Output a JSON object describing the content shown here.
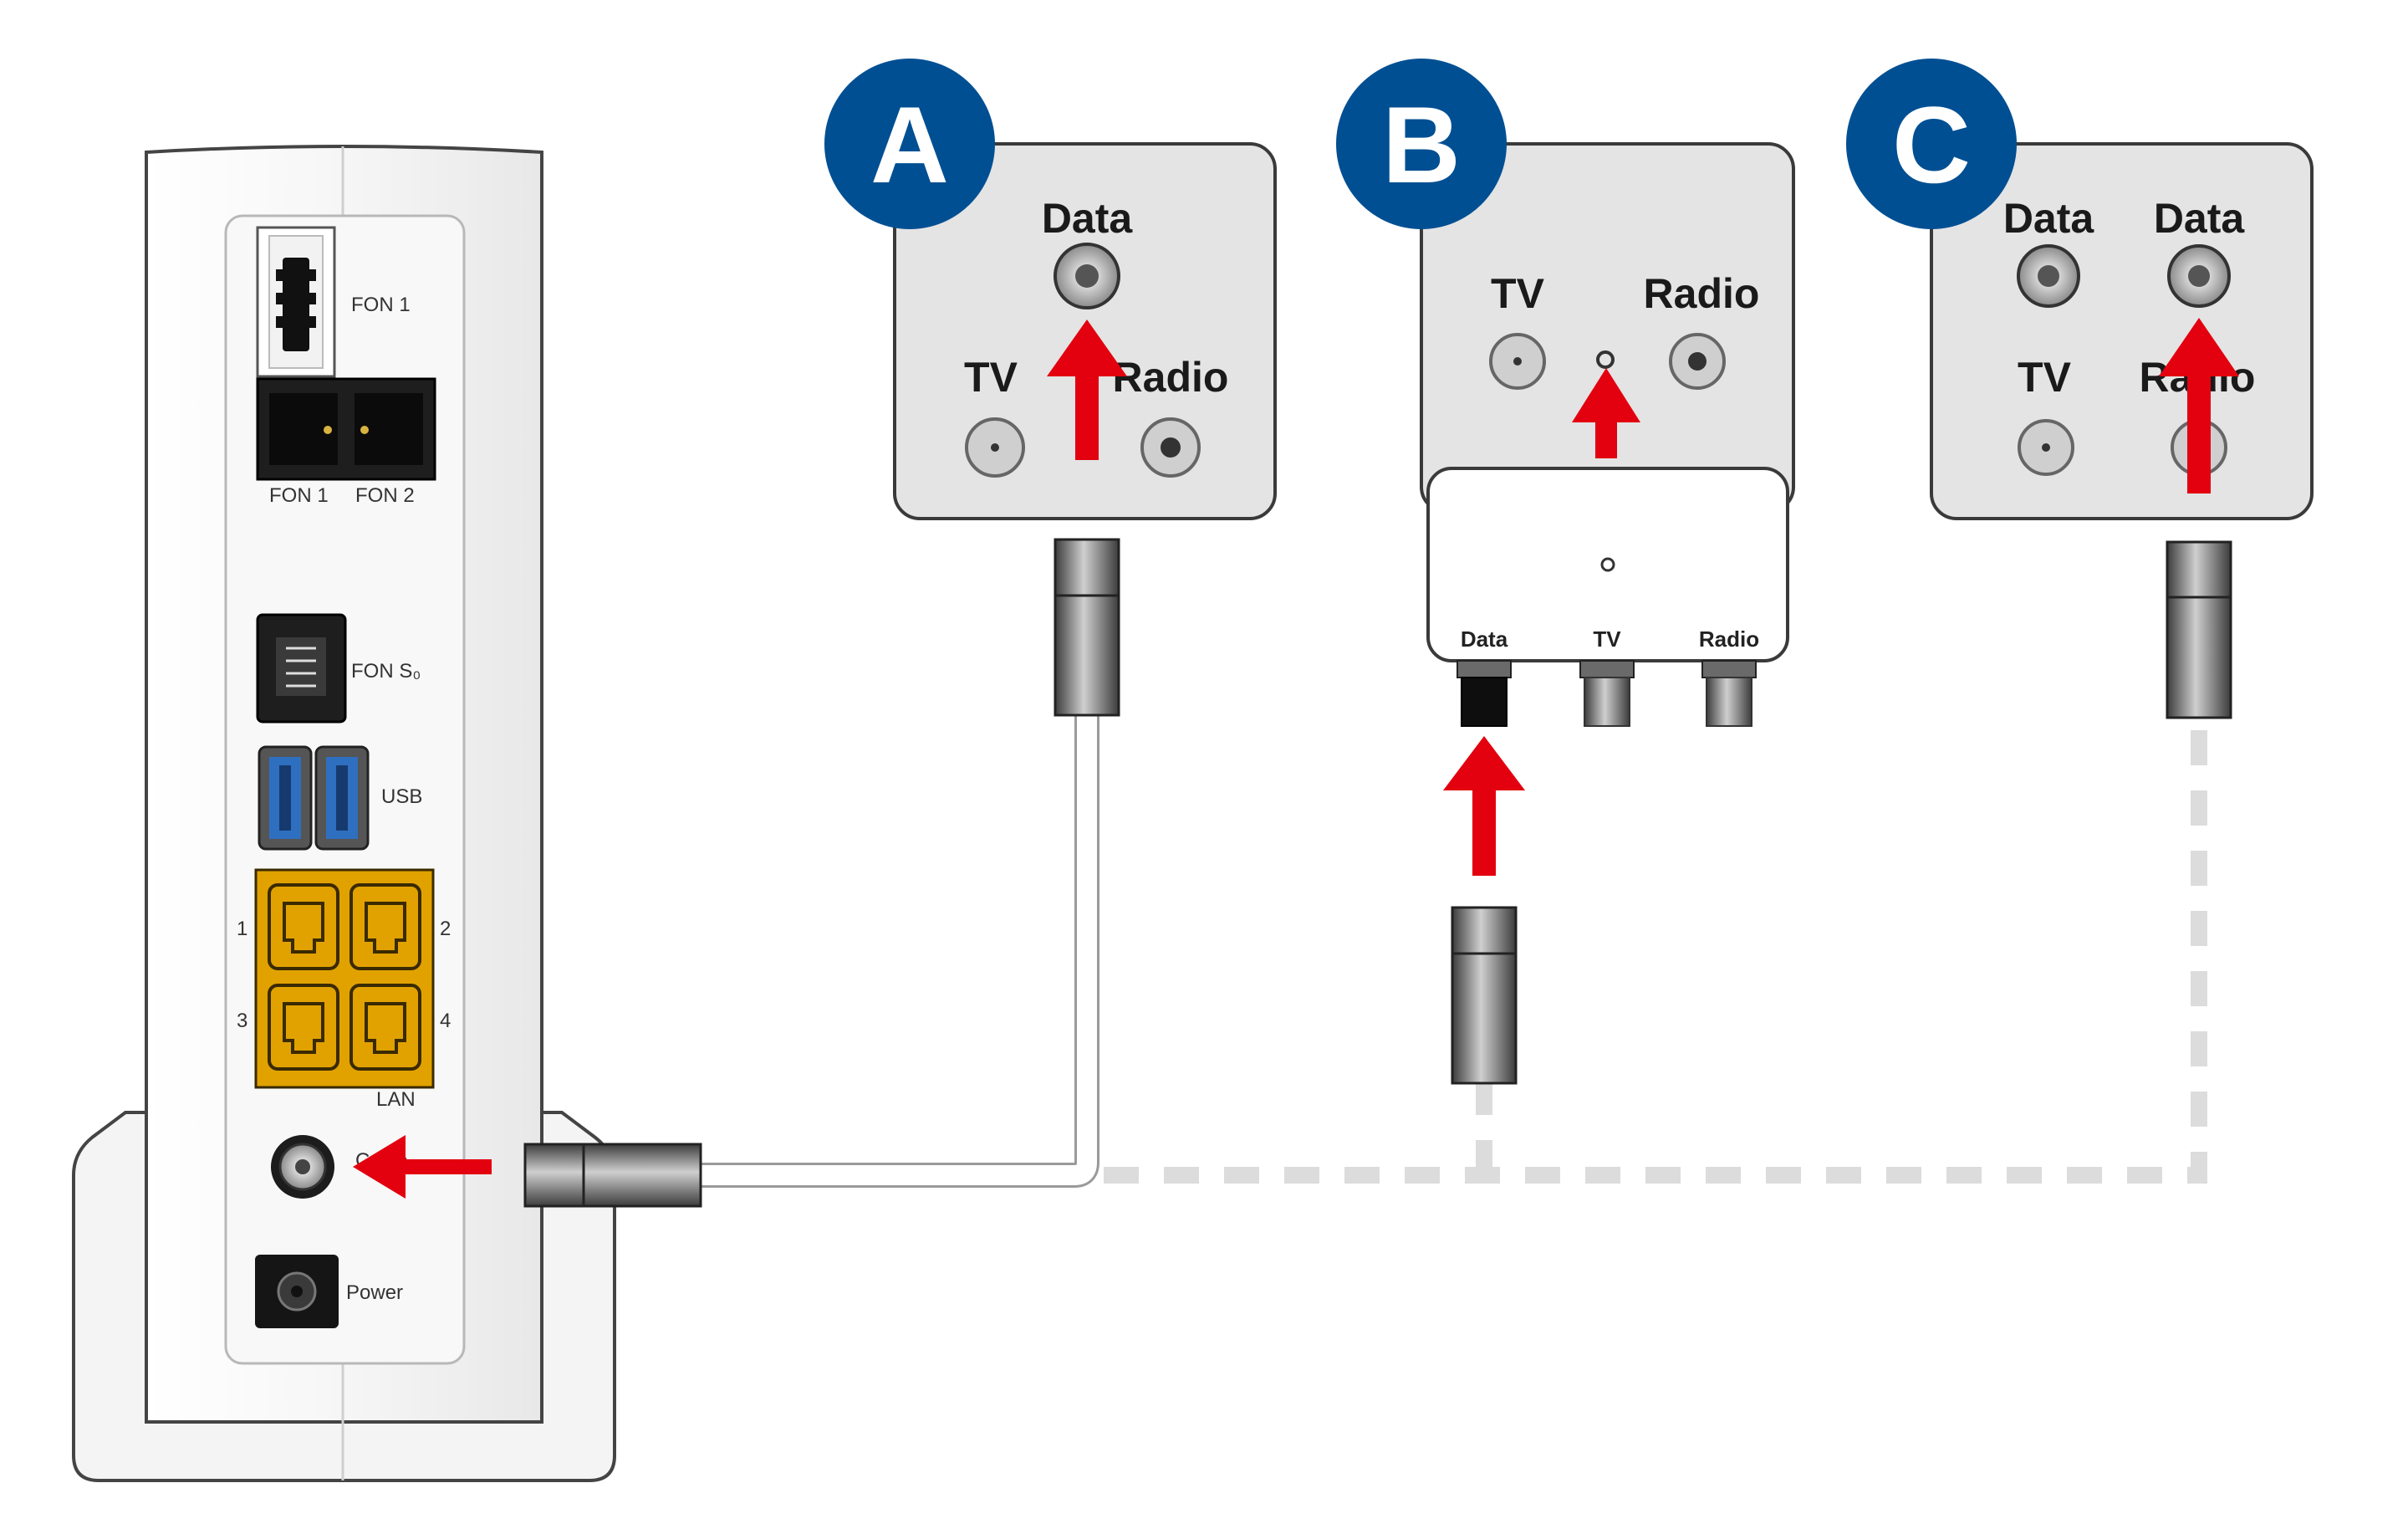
{
  "colors": {
    "badge": "#004f93",
    "arrow": "#e3000f",
    "lan_ports": "#e1a200",
    "usb": "#2f6fc0",
    "panel": "#e4e4e4",
    "cable_dash": "#dcdcdc"
  },
  "router": {
    "ports": {
      "fon1_top": "FON 1",
      "fon1": "FON 1",
      "fon2": "FON 2",
      "fon_s0": "FON S₀",
      "usb": "USB",
      "lan": "LAN",
      "lan_numbers": [
        "1",
        "2",
        "3",
        "4"
      ],
      "cable": "Cable",
      "power": "Power"
    }
  },
  "outlets": {
    "a": {
      "badge": "A",
      "labels": {
        "data": "Data",
        "tv": "TV",
        "radio": "Radio"
      }
    },
    "b": {
      "badge": "B",
      "labels": {
        "tv": "TV",
        "radio": "Radio"
      },
      "adapter_labels": {
        "data": "Data",
        "tv": "TV",
        "radio": "Radio"
      }
    },
    "c": {
      "badge": "C",
      "labels": {
        "data1": "Data",
        "data2": "Data",
        "tv": "TV",
        "radio": "Radio"
      }
    }
  }
}
